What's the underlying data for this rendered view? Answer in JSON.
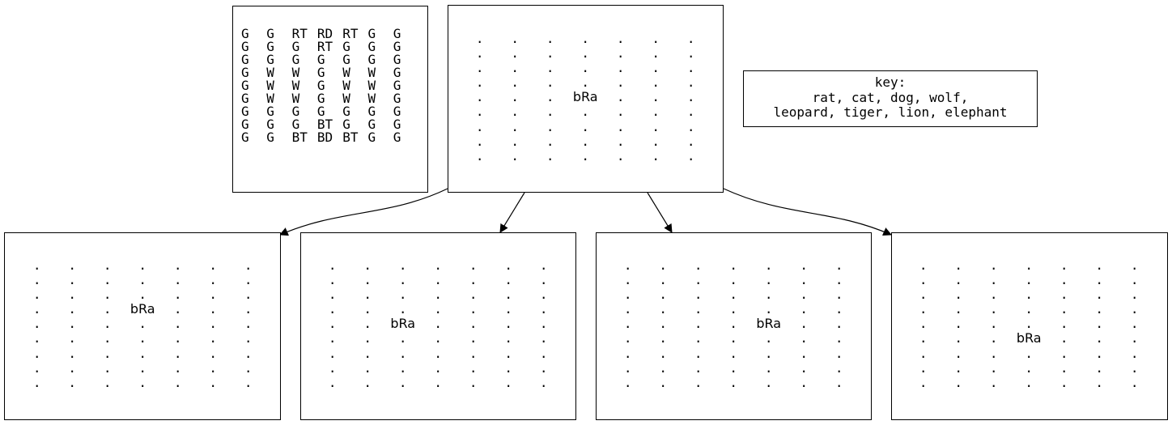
{
  "initial_grid": [
    [
      "G",
      "G",
      "RT",
      "RD",
      "RT",
      "G",
      "G"
    ],
    [
      "G",
      "G",
      "G",
      "RT",
      "G",
      "G",
      "G"
    ],
    [
      "G",
      "G",
      "G",
      "G",
      "G",
      "G",
      "G"
    ],
    [
      "G",
      "W",
      "W",
      "G",
      "W",
      "W",
      "G"
    ],
    [
      "G",
      "W",
      "W",
      "G",
      "W",
      "W",
      "G"
    ],
    [
      "G",
      "W",
      "W",
      "G",
      "W",
      "W",
      "G"
    ],
    [
      "G",
      "G",
      "G",
      "G",
      "G",
      "G",
      "G"
    ],
    [
      "G",
      "G",
      "G",
      "BT",
      "G",
      "G",
      "G"
    ],
    [
      "G",
      "G",
      "BT",
      "BD",
      "BT",
      "G",
      "G"
    ]
  ],
  "root_board": {
    "piece": "bRa",
    "row": 4,
    "col": 3
  },
  "children": [
    {
      "piece": "bRa",
      "row": 3,
      "col": 3
    },
    {
      "piece": "bRa",
      "row": 4,
      "col": 2
    },
    {
      "piece": "bRa",
      "row": 4,
      "col": 4
    },
    {
      "piece": "bRa",
      "row": 5,
      "col": 3
    }
  ],
  "board_rows": 9,
  "board_cols": 7,
  "empty_symbol": ".",
  "key": {
    "line1": "key:",
    "line2": "rat, cat, dog, wolf,",
    "line3": "leopard, tiger, lion, elephant"
  }
}
